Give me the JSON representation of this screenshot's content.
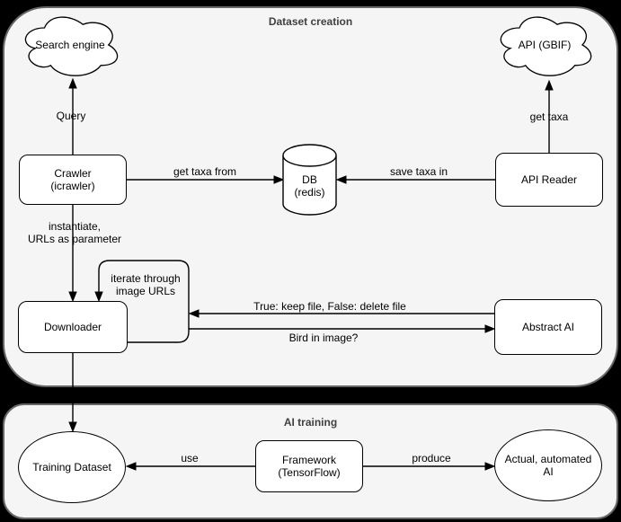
{
  "colors": {
    "page_bg": "#000000",
    "container_fill": "#f5f5f5",
    "container_border": "#666666",
    "container_title": "#404040",
    "node_fill": "#ffffff",
    "node_border": "#000000",
    "edge": "#000000",
    "label": "#000000"
  },
  "containers": {
    "dataset_creation": {
      "title": "Dataset creation"
    },
    "ai_training": {
      "title": "AI training"
    }
  },
  "nodes": {
    "search_engine": {
      "label": "Search engine",
      "shape": "cloud"
    },
    "api_gbif": {
      "label": "API (GBIF)",
      "shape": "cloud"
    },
    "crawler": {
      "label": "Crawler\n(icrawler)",
      "shape": "rounded-rect"
    },
    "db": {
      "label": "DB\n(redis)",
      "shape": "cylinder"
    },
    "api_reader": {
      "label": "API Reader",
      "shape": "rounded-rect"
    },
    "downloader": {
      "label": "Downloader",
      "shape": "rounded-rect"
    },
    "abstract_ai": {
      "label": "Abstract AI",
      "shape": "rounded-rect"
    },
    "training_dataset": {
      "label": "Training Dataset",
      "shape": "ellipse"
    },
    "framework": {
      "label": "Framework\n(TensorFlow)",
      "shape": "rounded-rect"
    },
    "actual_ai": {
      "label": "Actual, automated\nAI",
      "shape": "ellipse"
    }
  },
  "edges": {
    "query": {
      "label": "Query",
      "from": "crawler",
      "to": "search_engine"
    },
    "get_taxa": {
      "label": "get taxa",
      "from": "api_reader",
      "to": "api_gbif"
    },
    "get_taxa_from": {
      "label": "get taxa from",
      "from": "crawler",
      "to": "db"
    },
    "save_taxa_in": {
      "label": "save taxa in",
      "from": "api_reader",
      "to": "db"
    },
    "instantiate": {
      "label": "instantiate,\nURLs as parameter",
      "from": "crawler",
      "to": "downloader"
    },
    "iterate": {
      "label": "iterate through\nimage URLs",
      "from": "downloader",
      "to": "downloader"
    },
    "keep_delete": {
      "label": "True: keep file, False: delete file",
      "from": "abstract_ai",
      "to": "downloader"
    },
    "bird_in_image": {
      "label": "Bird in image?",
      "from": "downloader",
      "to": "abstract_ai"
    },
    "dataset_feed": {
      "label": "",
      "from": "downloader",
      "to": "training_dataset"
    },
    "use": {
      "label": "use",
      "from": "framework",
      "to": "training_dataset"
    },
    "produce": {
      "label": "produce",
      "from": "framework",
      "to": "actual_ai"
    }
  }
}
